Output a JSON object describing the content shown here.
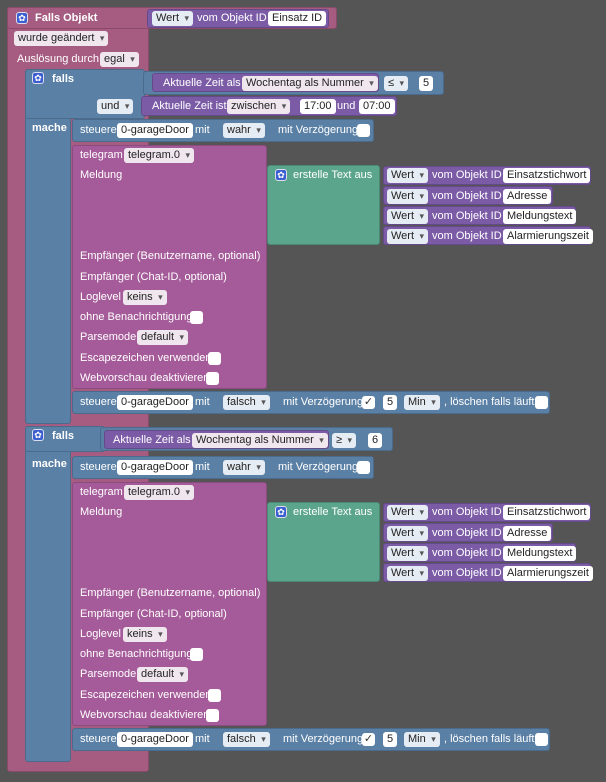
{
  "trigger": {
    "title": "Falls Objekt",
    "value_dropdown": "Wert",
    "of_object_id": "vom Objekt ID",
    "object_id": "Einsatz ID",
    "changed": "wurde geändert",
    "trigger_by_label": "Auslösung durch",
    "trigger_by_value": "egal"
  },
  "common": {
    "if": "falls",
    "do": "mache",
    "and": "und",
    "steuere": "steuere",
    "mit": "mit",
    "with_delay": "mit Verzögerung",
    "garage_id": "0-garageDoor",
    "true": "wahr",
    "false": "falsch",
    "delay_value": "5",
    "delay_unit": "Min",
    "clear_running": ", löschen falls läuft",
    "current_time_as": "Aktuelle Zeit als",
    "weekday_number": "Wochentag als Nummer",
    "current_time_is": "Aktuelle Zeit ist",
    "between": "zwischen",
    "time_and": "und",
    "time_from": "17:00",
    "time_to": "07:00",
    "check_mark": "✓"
  },
  "if1": {
    "op": "≤",
    "num": "5"
  },
  "if2": {
    "op": "≥",
    "num": "6"
  },
  "telegram": {
    "label": "telegram",
    "instance": "telegram.0",
    "message_label": "Meldung",
    "build_text": "erstelle Text aus",
    "value": "Wert",
    "of_object_id": "vom Objekt ID",
    "fields": [
      "Einsatzstichwort",
      "Adresse",
      "Meldungstext",
      "Alarmierungszeit"
    ],
    "recipient_user": "Empfänger (Benutzername, optional)",
    "recipient_chat": "Empfänger (Chat-ID, optional)",
    "loglevel_label": "Loglevel",
    "loglevel_value": "keins",
    "silent": "ohne Benachrichtigung",
    "parsemode_label": "Parsemode",
    "parsemode_value": "default",
    "escape": "Escapezeichen verwenden",
    "no_preview": "Webvorschau deaktivieren"
  }
}
